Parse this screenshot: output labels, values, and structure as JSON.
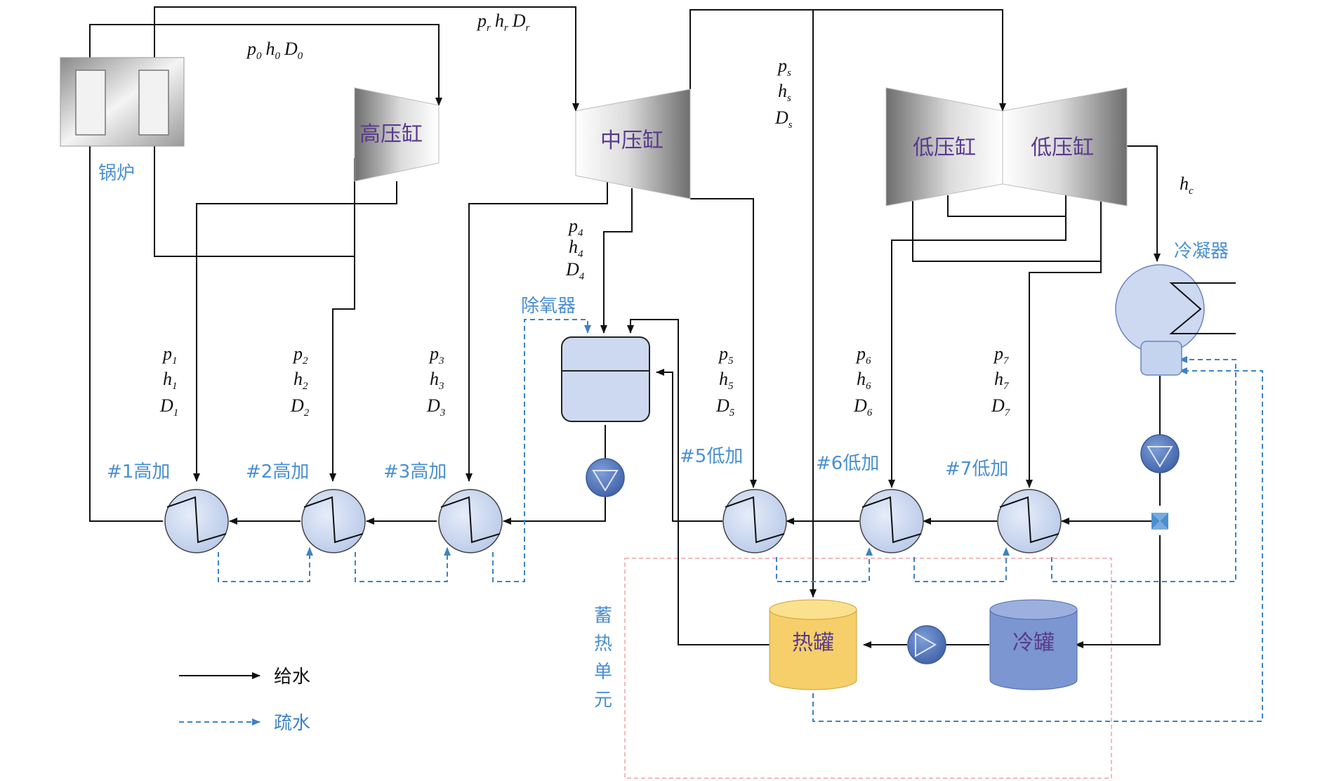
{
  "colors": {
    "feedwater_line": "#111111",
    "drain_line": "#3d82c4",
    "label_blue": "#4a8fd0",
    "label_purple": "#5a3a8c",
    "heater_fill": "#cdd9f0",
    "hot_tank": "#f6cf6a",
    "cold_tank": "#7b96d0",
    "storage_box": "#f0a0a8"
  },
  "components": {
    "boiler": "锅炉",
    "hp_cylinder": "高压缸",
    "ip_cylinder": "中压缸",
    "lp_cylinder_1": "低压缸",
    "lp_cylinder_2": "低压缸",
    "condenser": "冷凝器",
    "deaerator": "除氧器",
    "hot_tank": "热罐",
    "cold_tank": "冷罐",
    "storage_unit": [
      "蓄",
      "热",
      "单",
      "元"
    ]
  },
  "heaters": [
    {
      "label": "#1高加"
    },
    {
      "label": "#2高加"
    },
    {
      "label": "#3高加"
    },
    {
      "label": "#5低加"
    },
    {
      "label": "#6低加"
    },
    {
      "label": "#7低加"
    }
  ],
  "params": {
    "main_steam": {
      "p": "p",
      "ps": "0",
      "h": "h",
      "hs": "0",
      "d": "D",
      "ds": "0"
    },
    "reheat": {
      "p": "p",
      "ps": "r",
      "h": "h",
      "hs": "r",
      "d": "D",
      "ds": "r"
    },
    "storage_extract": {
      "p": "p",
      "ps": "s",
      "h": "h",
      "hs": "s",
      "d": "D",
      "ds": "s"
    },
    "exhaust": {
      "h": "h",
      "hs": "c"
    },
    "e1": {
      "p": "p",
      "ps": "1",
      "h": "h",
      "hs": "1",
      "d": "D",
      "ds": "1"
    },
    "e2": {
      "p": "p",
      "ps": "2",
      "h": "h",
      "hs": "2",
      "d": "D",
      "ds": "2"
    },
    "e3": {
      "p": "p",
      "ps": "3",
      "h": "h",
      "hs": "3",
      "d": "D",
      "ds": "3"
    },
    "e4": {
      "p": "p",
      "ps": "4",
      "h": "h",
      "hs": "4",
      "d": "D",
      "ds": "4"
    },
    "e5": {
      "p": "p",
      "ps": "5",
      "h": "h",
      "hs": "5",
      "d": "D",
      "ds": "5"
    },
    "e6": {
      "p": "p",
      "ps": "6",
      "h": "h",
      "hs": "6",
      "d": "D",
      "ds": "6"
    },
    "e7": {
      "p": "p",
      "ps": "7",
      "h": "h",
      "hs": "7",
      "d": "D",
      "ds": "7"
    }
  },
  "legend": {
    "feedwater": "给水",
    "drain": "疏水"
  }
}
